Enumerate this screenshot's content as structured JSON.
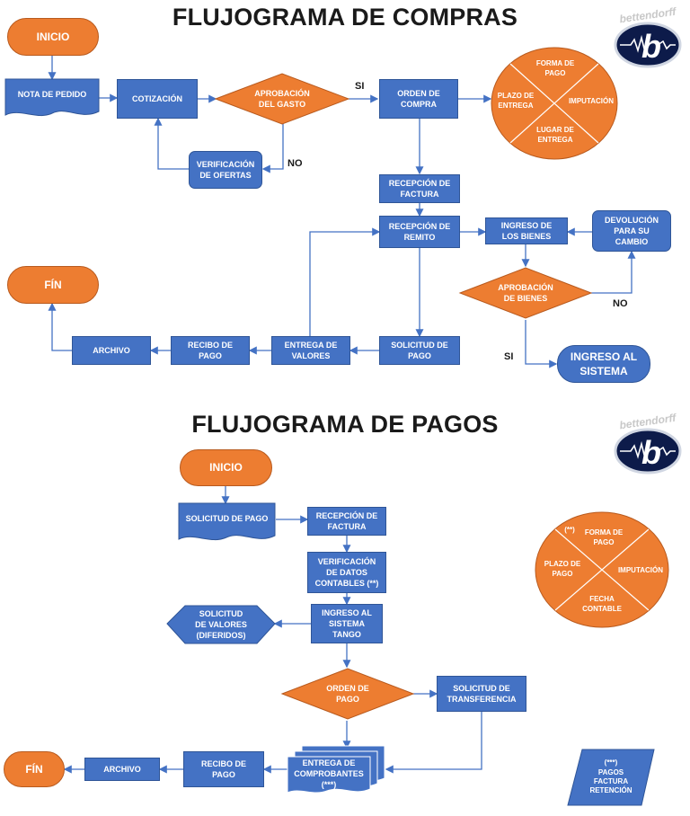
{
  "compras": {
    "title": "FLUJOGRAMA DE COMPRAS",
    "inicio": "INICIO",
    "nota_pedido": "NOTA DE PEDIDO",
    "cotizacion": "COTIZACIÓN",
    "aprobacion_gasto": "APROBACIÓN\nDEL GASTO",
    "si": "SI",
    "no": "NO",
    "verificacion_ofertas": "VERIFICACIÓN\nDE OFERTAS",
    "orden_compra": "ORDEN DE\nCOMPRA",
    "circle": {
      "top": "FORMA DE\nPAGO",
      "left": "PLAZO DE\nENTREGA",
      "right": "IMPUTACIÓN",
      "bottom": "LUGAR DE\nENTREGA"
    },
    "recepcion_factura": "RECEPCIÓN DE\nFACTURA",
    "recepcion_remito": "RECEPCIÓN DE\nREMITO",
    "ingreso_bienes": "INGRESO DE\nLOS BIENES",
    "devolucion": "DEVOLUCIÓN\nPARA SU\nCAMBIO",
    "aprobacion_bienes": "APROBACIÓN\nDE BIENES",
    "no_bienes": "NO",
    "si_bienes": "SI",
    "ingreso_sistema": "INGRESO AL\nSISTEMA",
    "fin": "FÍN",
    "archivo": "ARCHIVO",
    "recibo_pago": "RECIBO DE\nPAGO",
    "entrega_valores": "ENTREGA DE\nVALORES",
    "solicitud_pago": "SOLICITUD DE\nPAGO"
  },
  "pagos": {
    "title": "FLUJOGRAMA DE PAGOS",
    "inicio": "INICIO",
    "solicitud_pago": "SOLICITUD DE PAGO",
    "recepcion_factura": "RECEPCIÓN DE\nFACTURA",
    "verificacion": "VERIFICACIÓN\nDE DATOS\nCONTABLES (**)",
    "ingreso_tango": "INGRESO AL\nSISTEMA\nTANGO",
    "solicitud_valores": "SOLICITUD\nDE VALORES\n(DIFERIDOS)",
    "orden_pago": "ORDEN DE\nPAGO",
    "solicitud_transferencia": "SOLICITUD DE\nTRANSFERENCIA",
    "entrega_comprobantes": "ENTREGA DE\nCOMPROBANTES\n(***)",
    "recibo_pago": "RECIBO DE\nPAGO",
    "archivo": "ARCHIVO",
    "fin": "FÍN",
    "circle": {
      "star": "(**)",
      "top": "FORMA DE\nPAGO",
      "left": "PLAZO DE\nPAGO",
      "right": "IMPUTACIÓN",
      "bottom": "FECHA\nCONTABLE"
    },
    "note": "(***)\nPAGOS\nFACTURA\nRETENCIÓN"
  },
  "logo": {
    "brand": "bettendorff",
    "letter": "b"
  },
  "colors": {
    "blue": "#4472c4",
    "orange": "#ed7d31",
    "arrow": "#4472c4"
  }
}
